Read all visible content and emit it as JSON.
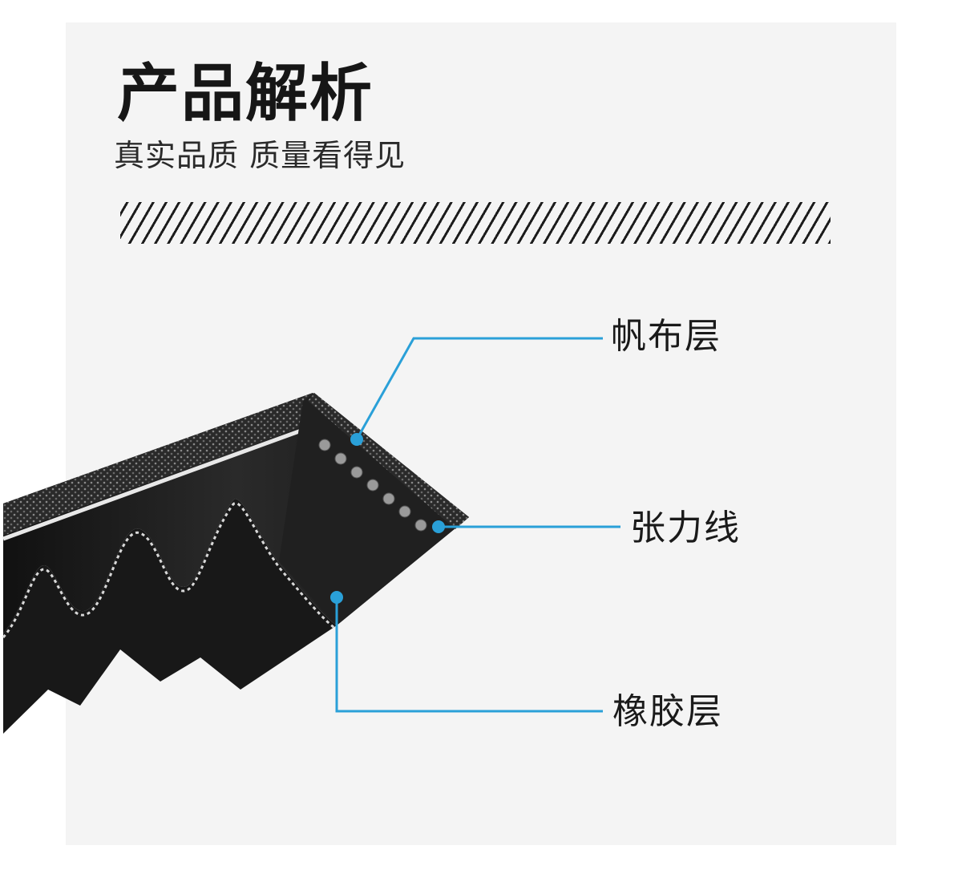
{
  "title": "产品解析",
  "subtitle": "真实品质 质量看得见",
  "labels": {
    "canvas_layer": "帆布层",
    "tension_cord": "张力线",
    "rubber_layer": "橡胶层"
  },
  "colors": {
    "accent": "#2aa0d8",
    "panel": "#f4f4f4",
    "belt": "#1e1e1e"
  }
}
